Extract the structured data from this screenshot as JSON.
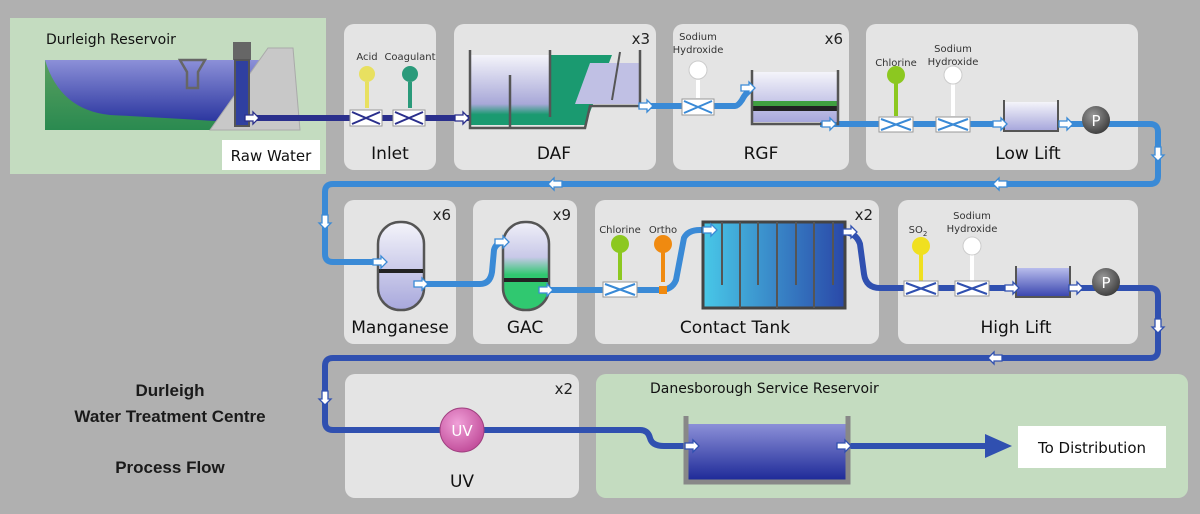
{
  "title": {
    "line1": "Durleigh",
    "line2": "Water Treatment Centre",
    "line3": "Process Flow"
  },
  "source": {
    "name": "Durleigh Reservoir",
    "output_label": "Raw Water"
  },
  "destination": {
    "name": "Danesborough Service Reservoir",
    "output_label": "To Distribution"
  },
  "stages": [
    {
      "id": "inlet",
      "label": "Inlet",
      "multiplier": "",
      "chemicals": [
        "Acid",
        "Coagulant"
      ]
    },
    {
      "id": "daf",
      "label": "DAF",
      "multiplier": "x3",
      "chemicals": []
    },
    {
      "id": "rgf",
      "label": "RGF",
      "multiplier": "x6",
      "chemicals": [
        "Sodium Hydroxide"
      ]
    },
    {
      "id": "low-lift",
      "label": "Low Lift",
      "multiplier": "",
      "chemicals": [
        "Chlorine",
        "Sodium Hydroxide"
      ],
      "pump": "P"
    },
    {
      "id": "manganese",
      "label": "Manganese",
      "multiplier": "x6",
      "chemicals": []
    },
    {
      "id": "gac",
      "label": "GAC",
      "multiplier": "x9",
      "chemicals": []
    },
    {
      "id": "contact-tank",
      "label": "Contact Tank",
      "multiplier": "x2",
      "chemicals": [
        "Chlorine",
        "Ortho"
      ]
    },
    {
      "id": "high-lift",
      "label": "High Lift",
      "multiplier": "",
      "chemicals": [
        "SO2",
        "Sodium Hydroxide"
      ],
      "pump": "P"
    },
    {
      "id": "uv",
      "label": "UV",
      "multiplier": "x2",
      "chemicals": [],
      "unit": "UV"
    }
  ],
  "chem_labels": {
    "acid": "Acid",
    "coagulant": "Coagulant",
    "sodium": "Sodium",
    "hydroxide": "Hydroxide",
    "chlorine": "Chlorine",
    "ortho": "Ortho",
    "so2": "SO",
    "so2_sub": "2"
  },
  "colors": {
    "background": "#b0b0b0",
    "panel": "#e4e4e4",
    "green_panel": "#c4dcc0",
    "raw_pipe": "#2a2f8c",
    "filtered_pipe": "#3a8ad6",
    "treated_pipe": "#3050b0",
    "acid": "#e8e060",
    "coagulant": "#2a9a7a",
    "chlorine": "#8cc820",
    "ortho": "#f08a10",
    "so2": "#f0e020",
    "sodium_hydroxide": "#ffffff",
    "uv": "#d868b0"
  }
}
